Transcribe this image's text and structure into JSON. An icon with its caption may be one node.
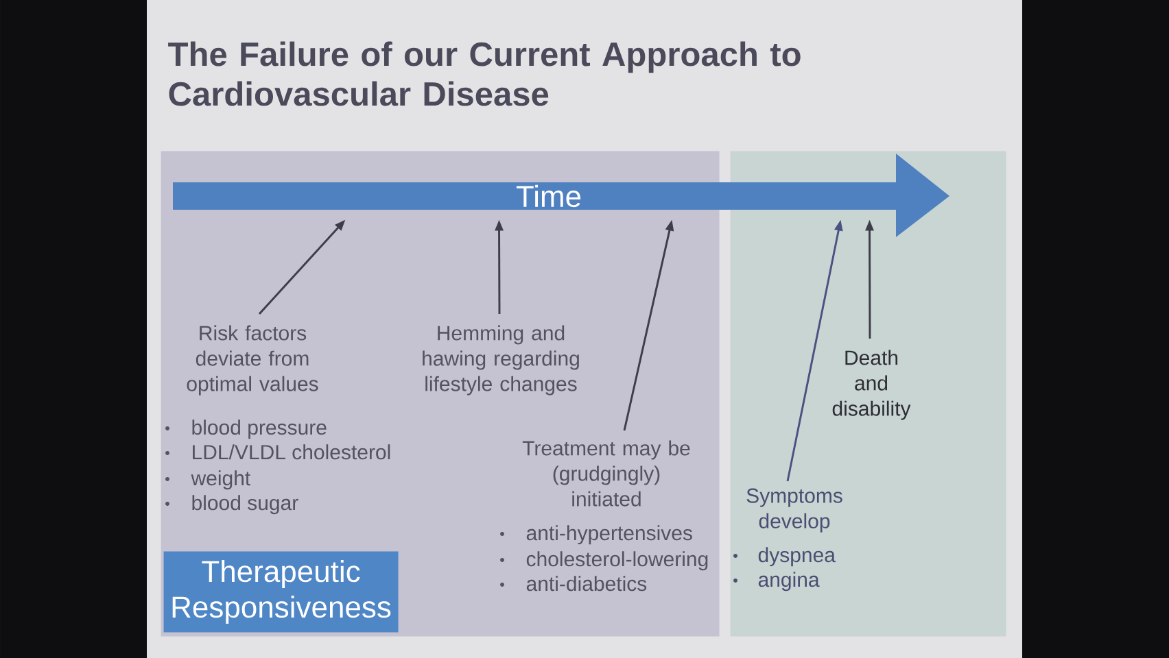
{
  "diagram": {
    "title": "The Failure of our Current Approach to Cardiovascular Disease",
    "nodes": [
      {
        "text": [
          "Time"
        ]
      },
      {
        "text": [],
        "shape": "box"
      },
      {
        "text": [
          "Risk factors deviate from optimal values"
        ],
        "in": 1
      },
      {
        "text": [
          "Hemming and hawing regarding lifestyle changes"
        ],
        "in": 1
      },
      {
        "text": [
          "Treatment may be (grudgingly) initiated"
        ],
        "in": 1
      },
      {
        "text": [
          "Therapeutic Responsiveness"
        ],
        "in": 1
      },
      {
        "text": [],
        "shape": "box"
      },
      {
        "text": [
          "Death and disability"
        ],
        "in": 6
      },
      {
        "text": [
          "Symptoms develop"
        ],
        "in": 6
      }
    ],
    "edges": [
      {
        "from": 2,
        "to": 0,
        "arrow": "to"
      },
      {
        "from": 3,
        "to": 0,
        "arrow": "to"
      },
      {
        "from": 4,
        "to": 0,
        "arrow": "to"
      },
      {
        "from": 8,
        "to": 0,
        "arrow": "to",
        "color": "#4a5282"
      },
      {
        "from": 7,
        "to": 0,
        "arrow": "to"
      }
    ],
    "labels": [
      "blood pressure",
      "LDL/VLDL cholesterol",
      "weight",
      "blood sugar",
      "anti-hypertensives",
      "cholesterol-lowering",
      "anti-diabetics",
      "dyspnea",
      "angina"
    ]
  }
}
